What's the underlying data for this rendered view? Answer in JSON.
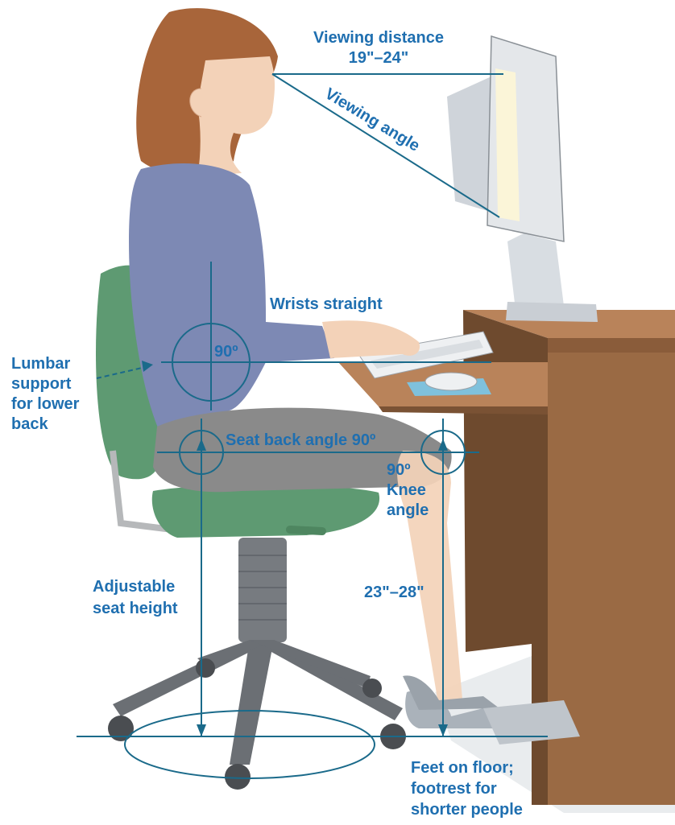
{
  "labels": {
    "viewing_distance_line1": "Viewing distance",
    "viewing_distance_line2": "19\"–24\"",
    "viewing_angle": "Viewing angle",
    "wrists_straight": "Wrists straight",
    "elbow_angle": "90º",
    "lumbar_line1": "Lumbar",
    "lumbar_line2": "support",
    "lumbar_line3": "for lower",
    "lumbar_line4": "back",
    "seat_back_angle": "Seat back angle 90º",
    "knee_line1": "90º",
    "knee_line2": "Knee",
    "knee_line3": "angle",
    "seat_height_line1": "Adjustable",
    "seat_height_line2": "seat height",
    "desk_height": "23\"–28\"",
    "feet_line1": "Feet on floor;",
    "feet_line2": "footrest for",
    "feet_line3": "shorter people"
  },
  "colors": {
    "label": "#1f6fb0",
    "guide_line": "#1a6a8a",
    "desk": "#9a6a44",
    "chair": "#5e9a72",
    "shirt": "#7d89b4",
    "skirt": "#8a8a8a",
    "hair": "#a8653a"
  }
}
